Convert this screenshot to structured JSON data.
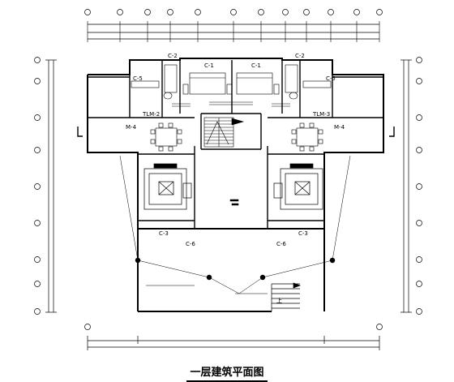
{
  "drawing": {
    "title": "一层建筑平面图",
    "colors": {
      "line": "#000000",
      "background": "#ffffff"
    }
  },
  "windows": {
    "c1_left": "C-1",
    "c1_right": "C-1",
    "c2_left": "C-2",
    "c2_right": "C-2",
    "c5_left": "C-5",
    "c5_right": "C-5",
    "c3_left": "C-3",
    "c3_right": "C-3",
    "c6_left": "C-6",
    "c6_right": "C-6"
  },
  "doors": {
    "m4_left": "M-4",
    "m4_right": "M-4",
    "tlm2": "TLM-2",
    "tlm3": "TLM-3"
  },
  "labels": {
    "up": "上"
  }
}
